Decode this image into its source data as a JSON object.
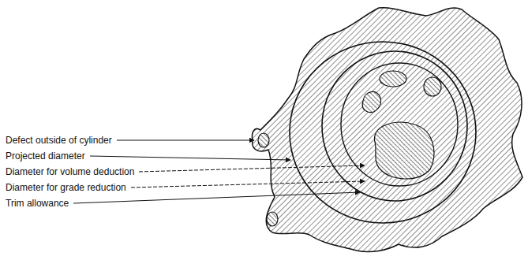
{
  "diagram": {
    "labels": [
      "Defect outside of cylinder",
      "Projected diameter",
      "Diameter for volume deduction",
      "Diameter for grade reduction",
      "Trim allowance"
    ]
  }
}
